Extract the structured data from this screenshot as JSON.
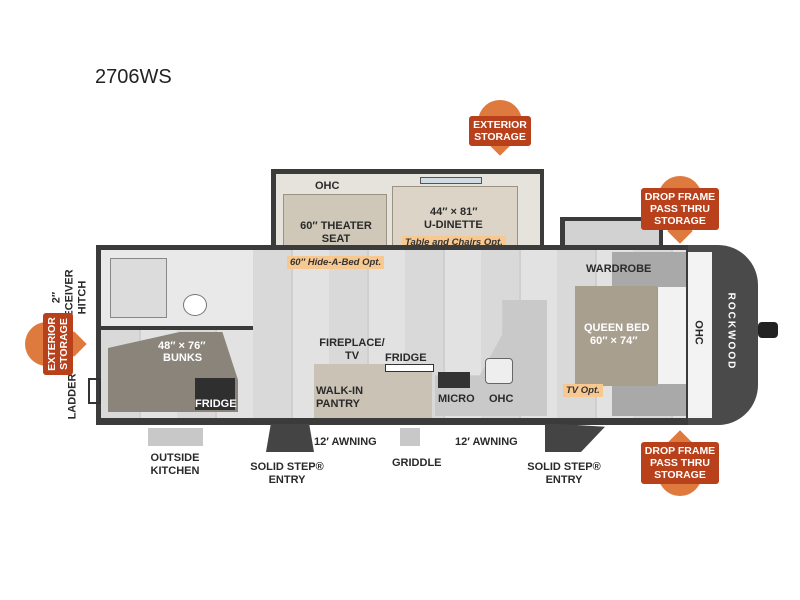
{
  "model": "2706WS",
  "brand": "ROCKWOOD",
  "colors": {
    "badge": "#b8401a",
    "badge_glow": "#df7a3e",
    "option_tag": "#f8c891",
    "floor": "#d9d9d9",
    "wall": "#3b3b3b"
  },
  "badges": {
    "exterior_storage_top": "EXTERIOR STORAGE",
    "exterior_storage_left": "EXTERIOR STORAGE",
    "drop_frame_top": "DROP FRAME PASS THRU STORAGE",
    "drop_frame_bottom": "DROP FRAME PASS THRU STORAGE"
  },
  "labels": {
    "ohc_slide": "OHC",
    "theater_seat": "60″ THEATER SEAT",
    "dinette_size": "44″ × 81″",
    "dinette": "U-DINETTE",
    "receiver_hitch": "2″ RECEIVER HITCH",
    "ladder": "LADDER",
    "bunks_size": "48″ × 76″",
    "bunks": "BUNKS",
    "fridge_outside": "FRIDGE",
    "fireplace": "FIREPLACE/ TV",
    "fridge": "FRIDGE",
    "pantry": "WALK-IN PANTRY",
    "micro": "MICRO",
    "ohc_kitchen": "OHC",
    "wardrobe": "WARDROBE",
    "queen_bed": "QUEEN BED",
    "queen_bed_size": "60″ × 74″",
    "ohc_front": "OHC",
    "outside_kitchen": "OUTSIDE KITCHEN",
    "awning_left": "12′ AWNING",
    "awning_right": "12′ AWNING",
    "entry_left": "SOLID STEP® ENTRY",
    "entry_right": "SOLID STEP® ENTRY",
    "griddle": "GRIDDLE"
  },
  "options": {
    "hide_a_bed": "60″ Hide-A-Bed Opt.",
    "table_chairs": "Table and Chairs Opt.",
    "tv": "TV Opt."
  }
}
